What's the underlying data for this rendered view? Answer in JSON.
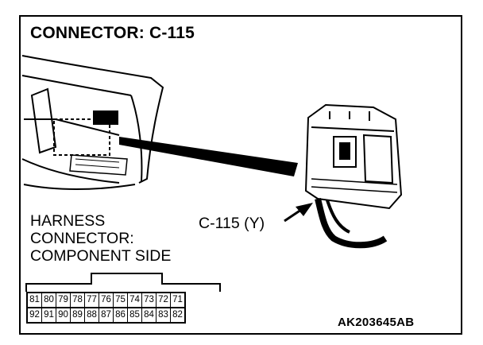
{
  "title": "CONNECTOR: C-115",
  "harness_label": {
    "line1": "HARNESS",
    "line2": "CONNECTOR:",
    "line3": "COMPONENT SIDE"
  },
  "callout": "C-115 (Y)",
  "figure_code": "AK203645AB",
  "pins": {
    "row1": [
      "81",
      "80",
      "79",
      "78",
      "77",
      "76",
      "75",
      "74",
      "73",
      "72",
      "71"
    ],
    "row2": [
      "92",
      "91",
      "90",
      "89",
      "88",
      "87",
      "86",
      "85",
      "84",
      "83",
      "82"
    ]
  }
}
